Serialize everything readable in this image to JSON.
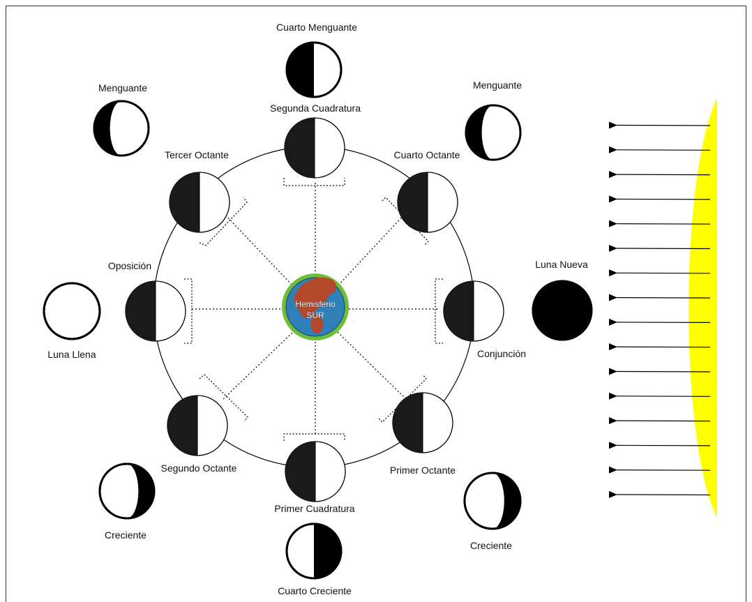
{
  "diagram": {
    "earth": {
      "label_line1": "Hemisferio",
      "label_line2": "SUR"
    },
    "orbit_phases": [
      {
        "id": "segunda-cuadratura",
        "label": "Segunda Cuadratura"
      },
      {
        "id": "cuarto-octante",
        "label": "Cuarto Octante"
      },
      {
        "id": "conjuncion",
        "label": "Conjunción"
      },
      {
        "id": "primer-octante",
        "label": "Primer Octante"
      },
      {
        "id": "primer-cuadratura",
        "label": "Primer Cuadratura"
      },
      {
        "id": "segundo-octante",
        "label": "Segundo Octante"
      },
      {
        "id": "oposicion",
        "label": "Oposición"
      },
      {
        "id": "tercer-octante",
        "label": "Tercer Octante"
      }
    ],
    "apparent_phases": [
      {
        "id": "cuarto-menguante",
        "label": "Cuarto Menguante"
      },
      {
        "id": "menguante-right",
        "label": "Menguante"
      },
      {
        "id": "luna-nueva",
        "label": "Luna Nueva"
      },
      {
        "id": "creciente-right",
        "label": "Creciente"
      },
      {
        "id": "cuarto-creciente",
        "label": "Cuarto Creciente"
      },
      {
        "id": "creciente-left",
        "label": "Creciente"
      },
      {
        "id": "luna-llena",
        "label": "Luna Llena"
      },
      {
        "id": "menguante-left",
        "label": "Menguante"
      }
    ],
    "sun": {
      "color": "#ffff00"
    },
    "colors": {
      "dark_side": "#1a1a1a",
      "ocean": "#2f80b8",
      "land": "#b5472a",
      "earth_rim": "#6cbf3a"
    }
  }
}
